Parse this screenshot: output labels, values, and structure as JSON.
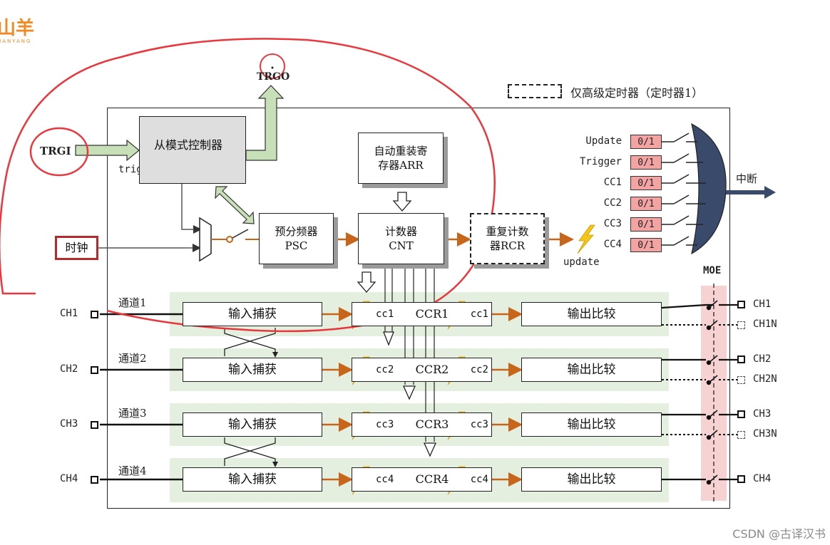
{
  "logo": {
    "main": "山羊",
    "sub": "HANYANG",
    "color": "#f08a24"
  },
  "top_right_text": "",
  "watermark": "CSDN @古译汉书",
  "legend_advanced": "仅高级定时器（定时器1）",
  "signals": {
    "trgi": "TRGI",
    "trgo": "TRGO",
    "trigger": "trigger",
    "clock": "时钟",
    "update": "update",
    "interrupt": "中断",
    "moe": "MOE"
  },
  "blocks": {
    "slave_mode": "从模式控制器",
    "auto_reload_l1": "自动重装寄",
    "auto_reload_l2": "存器ARR",
    "prescaler_l1": "预分频器",
    "prescaler_l2": "PSC",
    "counter_l1": "计数器",
    "counter_l2": "CNT",
    "repeat_l1": "重复计数",
    "repeat_l2": "器RCR"
  },
  "interrupt_sources": [
    {
      "name": "Update",
      "flag": "0/1"
    },
    {
      "name": "Trigger",
      "flag": "0/1"
    },
    {
      "name": "CC1",
      "flag": "0/1"
    },
    {
      "name": "CC2",
      "flag": "0/1"
    },
    {
      "name": "CC3",
      "flag": "0/1"
    },
    {
      "name": "CC4",
      "flag": "0/1"
    }
  ],
  "channels": [
    {
      "channel": "通道1",
      "pin": "CH1",
      "input": "输入捕获",
      "cc": "cc1",
      "ccr": "CCR1",
      "output": "输出比较",
      "out": "CH1",
      "outn": "CH1N"
    },
    {
      "channel": "通道2",
      "pin": "CH2",
      "input": "输入捕获",
      "cc": "cc2",
      "ccr": "CCR2",
      "output": "输出比较",
      "out": "CH2",
      "outn": "CH2N"
    },
    {
      "channel": "通道3",
      "pin": "CH3",
      "input": "输入捕获",
      "cc": "cc3",
      "ccr": "CCR3",
      "output": "输出比较",
      "out": "CH3",
      "outn": "CH3N"
    },
    {
      "channel": "通道4",
      "pin": "CH4",
      "input": "输入捕获",
      "cc": "cc4",
      "ccr": "CCR4",
      "output": "输出比较",
      "out": "CH4",
      "outn": ""
    }
  ],
  "colors": {
    "orange_arrow": "#c7661b",
    "green_arrow": "#c8e0b8",
    "annotation_red": "#e8383d",
    "moe_band": "#f7d2d2",
    "lightning": "#f5c518"
  }
}
